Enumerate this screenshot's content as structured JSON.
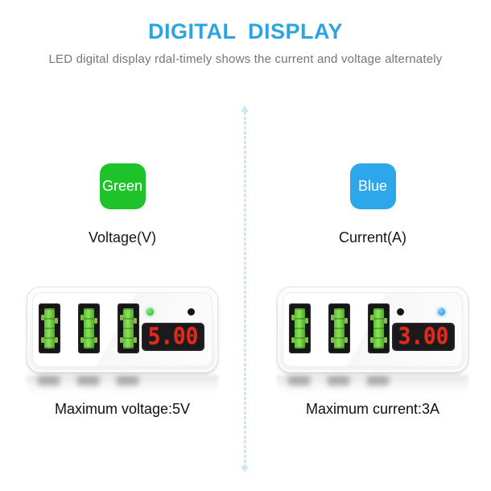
{
  "header": {
    "title": "DIGITAL DISPLAY",
    "subtitle": "LED digital display rdal-timely shows the current and voltage alternately"
  },
  "colors": {
    "title_blue": "#2ca4e2",
    "badge_green": "#1ec32b",
    "badge_blue": "#2ea7ea",
    "display_digit_red": "#e02a1c",
    "display_bg": "#1a1a1c",
    "led_green": "#2cc42c",
    "led_blue": "#2d9fe8",
    "led_off_black": "#141414",
    "usb_connector_green": "#6ed23f",
    "divider_light_blue": "#cde7f3"
  },
  "panels": [
    {
      "badge_label": "Green",
      "mode_label": "Voltage(V)",
      "usb_ports": 3,
      "display_value": "5.00",
      "active_led": "green",
      "caption": "Maximum voltage:5V"
    },
    {
      "badge_label": "Blue",
      "mode_label": "Current(A)",
      "usb_ports": 3,
      "display_value": "3.00",
      "active_led": "blue",
      "caption": "Maximum current:3A"
    }
  ]
}
